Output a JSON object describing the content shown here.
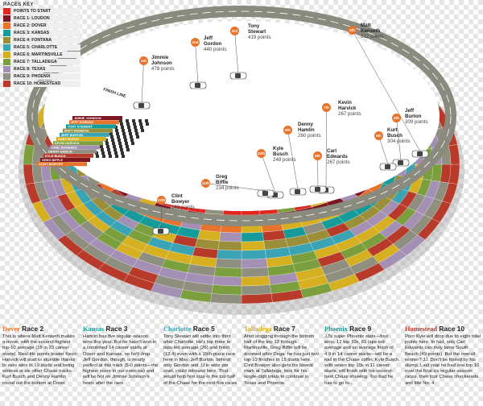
{
  "legend": {
    "title": "RACES KEY",
    "items": [
      {
        "label": "POINTS TO START",
        "color": "#e0261f"
      },
      {
        "label": "RACE 1: LOUDON",
        "color": "#7b1722"
      },
      {
        "label": "RACE 2: DOVER",
        "color": "#e8742b"
      },
      {
        "label": "RACE 3: KANSAS",
        "color": "#169b9b"
      },
      {
        "label": "RACE 4: FONTANA",
        "color": "#9b8f3a"
      },
      {
        "label": "RACE 5: CHARLOTTE",
        "color": "#3aa4b4"
      },
      {
        "label": "RACE 6: MARTINSVILLE",
        "color": "#d6b020"
      },
      {
        "label": "RACE 7: TALLADEGA",
        "color": "#7a9f3c"
      },
      {
        "label": "RACE 8: TEXAS",
        "color": "#a48fb5"
      },
      {
        "label": "RACE 9: PHOENIX",
        "color": "#8f8f7f"
      },
      {
        "label": "RACE 10: HOMESTEAD",
        "color": "#b83a2a"
      }
    ]
  },
  "track": {
    "finish_line_label": "FINISH LINE"
  },
  "drivers": [
    {
      "rank": "1st",
      "name": "Jimmie Johnson",
      "line1": "Jimmie",
      "line2": "Johnson",
      "points": "478 points"
    },
    {
      "rank": "2nd",
      "name": "Jeff Gordon",
      "line1": "Jeff",
      "line2": "Gordon",
      "points": "440 points"
    },
    {
      "rank": "3rd",
      "name": "Tony Stewart",
      "line1": "Tony",
      "line2": "Stewart",
      "points": "419 points"
    },
    {
      "rank": "4th",
      "name": "Matt Kenseth",
      "line1": "Matt",
      "line2": "Kenseth",
      "points": "312 points"
    },
    {
      "rank": "5th",
      "name": "Jeff Burton",
      "line1": "Jeff",
      "line2": "Burton",
      "points": "309 points"
    },
    {
      "rank": "6th",
      "name": "Kurt Busch",
      "line1": "Kurt",
      "line2": "Busch",
      "points": "304 points"
    },
    {
      "rank": "7th",
      "name": "Kevin Harvick",
      "line1": "Kevin",
      "line2": "Harvick",
      "points": "267 points"
    },
    {
      "rank": "8th",
      "name": "Carl Edwards",
      "line1": "Carl",
      "line2": "Edwards",
      "points": "267 points"
    },
    {
      "rank": "9th",
      "name": "Denny Hamlin",
      "line1": "Denny",
      "line2": "Hamlin",
      "points": "260 points"
    },
    {
      "rank": "10th",
      "name": "Kyle Busch",
      "line1": "Kyle",
      "line2": "Busch",
      "points": "248 points"
    },
    {
      "rank": "11th",
      "name": "Greg Biffle",
      "line1": "Greg",
      "line2": "Biffle",
      "points": "234 points"
    },
    {
      "rank": "12th",
      "name": "Clint Bowyer",
      "line1": "Clint",
      "line2": "Bowyer",
      "points": "143 points"
    }
  ],
  "start_names": [
    "JIMMIE JOHNSON",
    "JEFF GORDON",
    "TONY STEWART",
    "MATT KENSETH",
    "JEFF BURTON",
    "KURT BUSCH",
    "KEVIN HARVICK",
    "CARL EDWARDS",
    "DENNY HAMLIN",
    "KYLE BUSCH",
    "GREG BIFFLE",
    "CLINT BOWYER"
  ],
  "columns": [
    {
      "word": "Dover",
      "race": "Race 2",
      "color": "#e8742b",
      "text": "This is where Matt Kenseth makes a move, with the second-highest top-10 average (15 in 23 career starts). Real-life points leader Kevin Harvick will start to stumble thanks to zero wins in 19 starts and being winless at six other Chase tracks. Kurt Busch and Denny Hamlin round out the bottom at Dover."
    },
    {
      "word": "Kansas",
      "race": "Race 3",
      "color": "#169b9b",
      "text": "Hamlin has five regular-season wins this year. But he hasn't won in a combined 14 career starts at Dover and Kansas, so he'll drop. Jeff Gordon, though, is nearly perfect at this track (5-0 points—the highest score in our exercise) and will be hot on Jimmie Johnson's heels after the race."
    },
    {
      "word": "Charlotte",
      "race": "Race 5",
      "color": "#3aa4b4",
      "text": "Tony Stewart will settle into third after Charlotte. He's top three in laps-led average (26) and finish (13.4) even with a 15th-place race here in May. Jeff Burton, behind only Gordon and JJ in wins per start, could rebound here. That would help him stay in the top half of the Chase for the next five races."
    },
    {
      "word": "Talladega",
      "race": "Race 7",
      "color": "#d6b020",
      "text": "After slogging through the bottom half of the top 12 through Martinsville, Greg Biffle will be doomed after Dega: he has just two top-10 finishes in 15 starts here. Clint Bowyer also gets his lowest mark at Talladega; look for his single-digit totals to continue in Texas and Phoenix."
    },
    {
      "word": "Phoenix",
      "race": "Race 9",
      "color": "#169b9b",
      "text": "JJ's super Phoenix stats—four wins, 12 top 10s, 61 laps-led average and an average finish of 4.9 in 14 career starts—will be a nail in the Chase coffin. Kyle Busch, with seven top 10s in 11 career starts, will finish with his second-best Chase showing. Too bad he has to go to..."
    },
    {
      "word": "Homestead",
      "race": "Race 10",
      "color": "#b83a2a",
      "text": "Poor Kyle will drop due to eight total points here. In fact, only Carl Edwards can truly tame South Beach (49 points). But the overall winner? JJ. Don't be fooled by his slump. Last year he had one top 10 over the final six regular-season races, then four Chase checkereds and title No. 4."
    }
  ]
}
